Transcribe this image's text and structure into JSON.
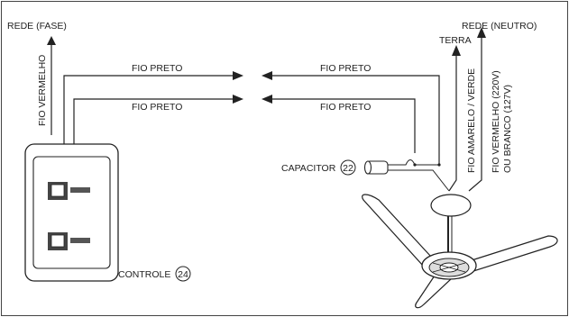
{
  "labels": {
    "rede_fase": "REDE (FASE)",
    "rede_neutro": "REDE (NEUTRO)",
    "terra": "TERRA",
    "fio_preto_1": "FIO PRETO",
    "fio_preto_2": "FIO PRETO",
    "fio_preto_3": "FIO PRETO",
    "fio_preto_4": "FIO PRETO",
    "fio_vermelho": "FIO VERMELHO",
    "fio_amarelo_verde": "FIO AMARELO / VERDE",
    "fio_vermelho_220": "FIO VERMELHO (220V)",
    "ou_branco_127": "OU BRANCO (127V)",
    "capacitor": "CAPACITOR",
    "capacitor_num": "22",
    "controle": "CONTROLE",
    "controle_num": "24"
  }
}
